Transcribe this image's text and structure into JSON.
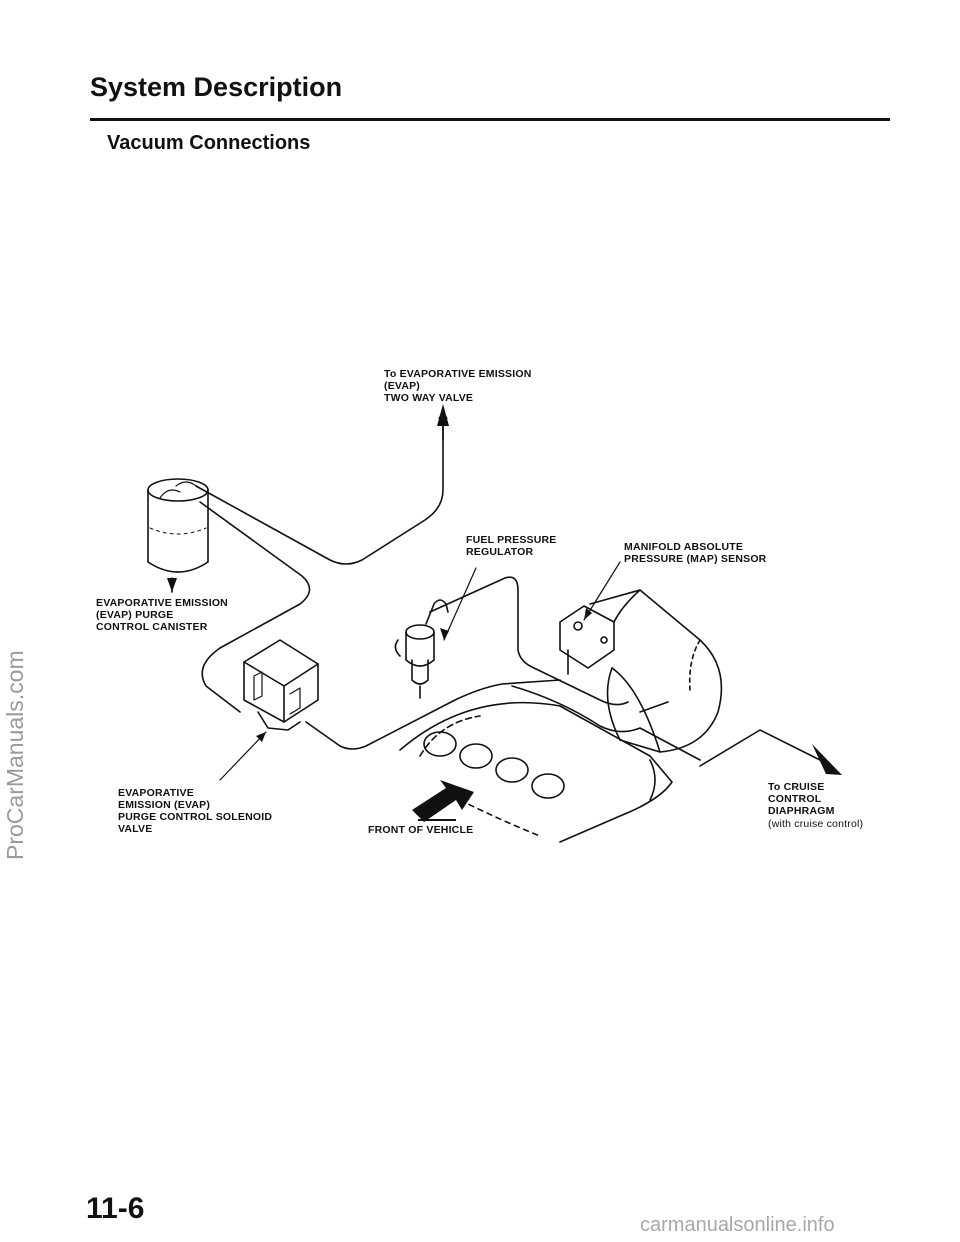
{
  "page": {
    "title": "System Description",
    "section": "Vacuum Connections",
    "page_number": "11-6"
  },
  "watermarks": {
    "side": "ProCarManuals.com",
    "bottom": "carmanualsonline.info"
  },
  "labels": {
    "two_way_valve": "To EVAPORATIVE EMISSION\n(EVAP)\nTWO WAY VALVE",
    "fuel_pressure_regulator": "FUEL PRESSURE\nREGULATOR",
    "map_sensor": "MANIFOLD ABSOLUTE\nPRESSURE (MAP) SENSOR",
    "purge_canister": "EVAPORATIVE EMISSION\n(EVAP) PURGE\nCONTROL CANISTER",
    "purge_solenoid": "EVAPORATIVE\nEMISSION (EVAP)\nPURGE CONTROL SOLENOID\nVALVE",
    "front_of_vehicle": "FRONT OF VEHICLE",
    "cruise_diaphragm": "To CRUISE\nCONTROL\nDIAPHRAGM",
    "cruise_note": "(with cruise control)"
  },
  "colors": {
    "ink": "#111111",
    "watermark": "#9a9a9a"
  }
}
